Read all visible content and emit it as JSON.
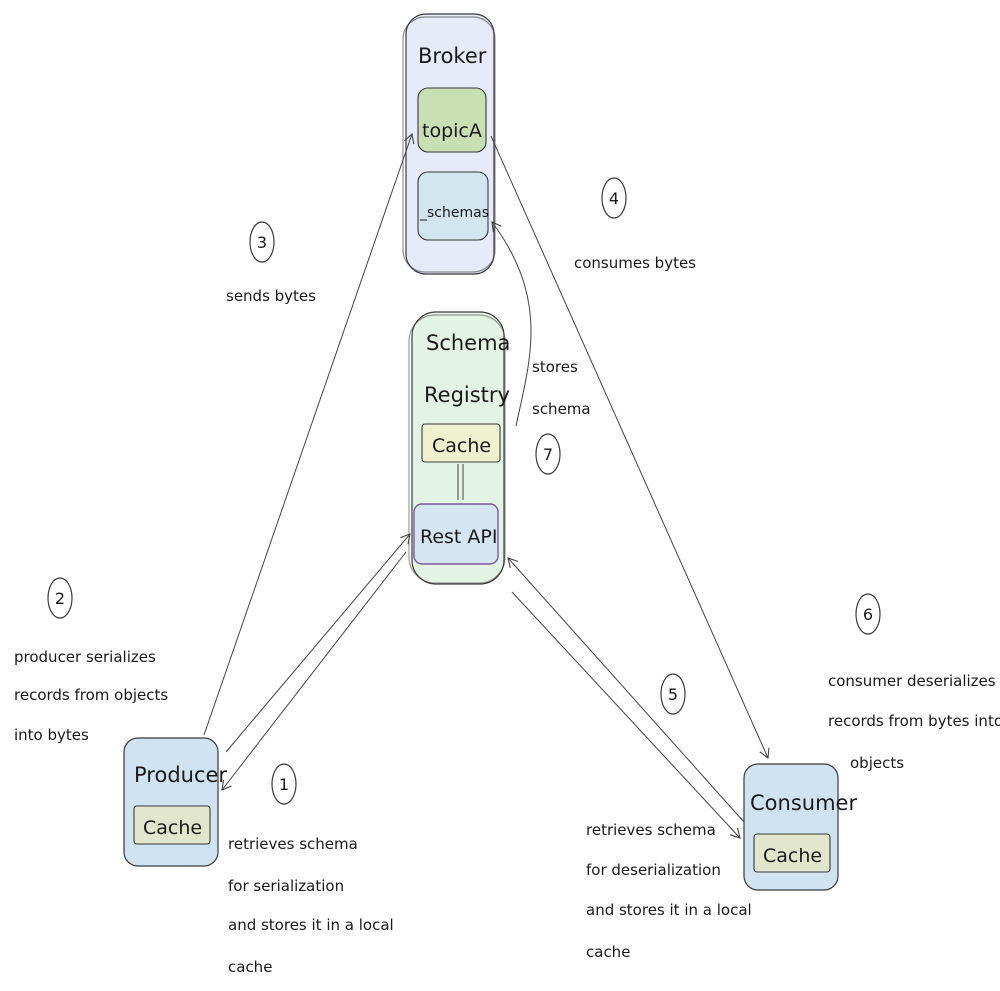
{
  "nodes": {
    "broker": {
      "label": "Broker",
      "topic_label": "topicA",
      "schemas_label": "_schemas"
    },
    "registry": {
      "label_line1": "Schema",
      "label_line2": "Registry",
      "cache_label": "Cache",
      "api_label": "Rest API"
    },
    "producer": {
      "label": "Producer",
      "cache_label": "Cache"
    },
    "consumer": {
      "label": "Consumer",
      "cache_label": "Cache"
    }
  },
  "steps": {
    "s1": {
      "number": "1",
      "lines": [
        "retrieves schema",
        "for serialization",
        "and stores it in a local",
        "cache"
      ]
    },
    "s2": {
      "number": "2",
      "lines": [
        "producer serializes",
        "records from objects",
        "into bytes"
      ]
    },
    "s3": {
      "number": "3",
      "lines": [
        "sends bytes"
      ]
    },
    "s4": {
      "number": "4",
      "lines": [
        "consumes bytes"
      ]
    },
    "s5": {
      "number": "5",
      "lines": [
        "retrieves schema",
        "for deserialization",
        "and stores it in a local",
        "cache"
      ]
    },
    "s6": {
      "number": "6",
      "lines": [
        "consumer deserializes",
        "records from bytes into",
        "objects"
      ]
    },
    "s7": {
      "number": "7",
      "lines": [
        "stores",
        "schema"
      ]
    }
  },
  "colors": {
    "broker_fill": "#e7eaf8",
    "registry_fill": "#e4f4e4",
    "client_fill": "#cfe3f3",
    "topic_fill": "#c8e0b4",
    "schemas_fill": "#d2e6f0",
    "cache_fill": "#eef0cf",
    "client_cache_fill": "#e2e6cc",
    "api_fill": "#d5e6f2"
  }
}
